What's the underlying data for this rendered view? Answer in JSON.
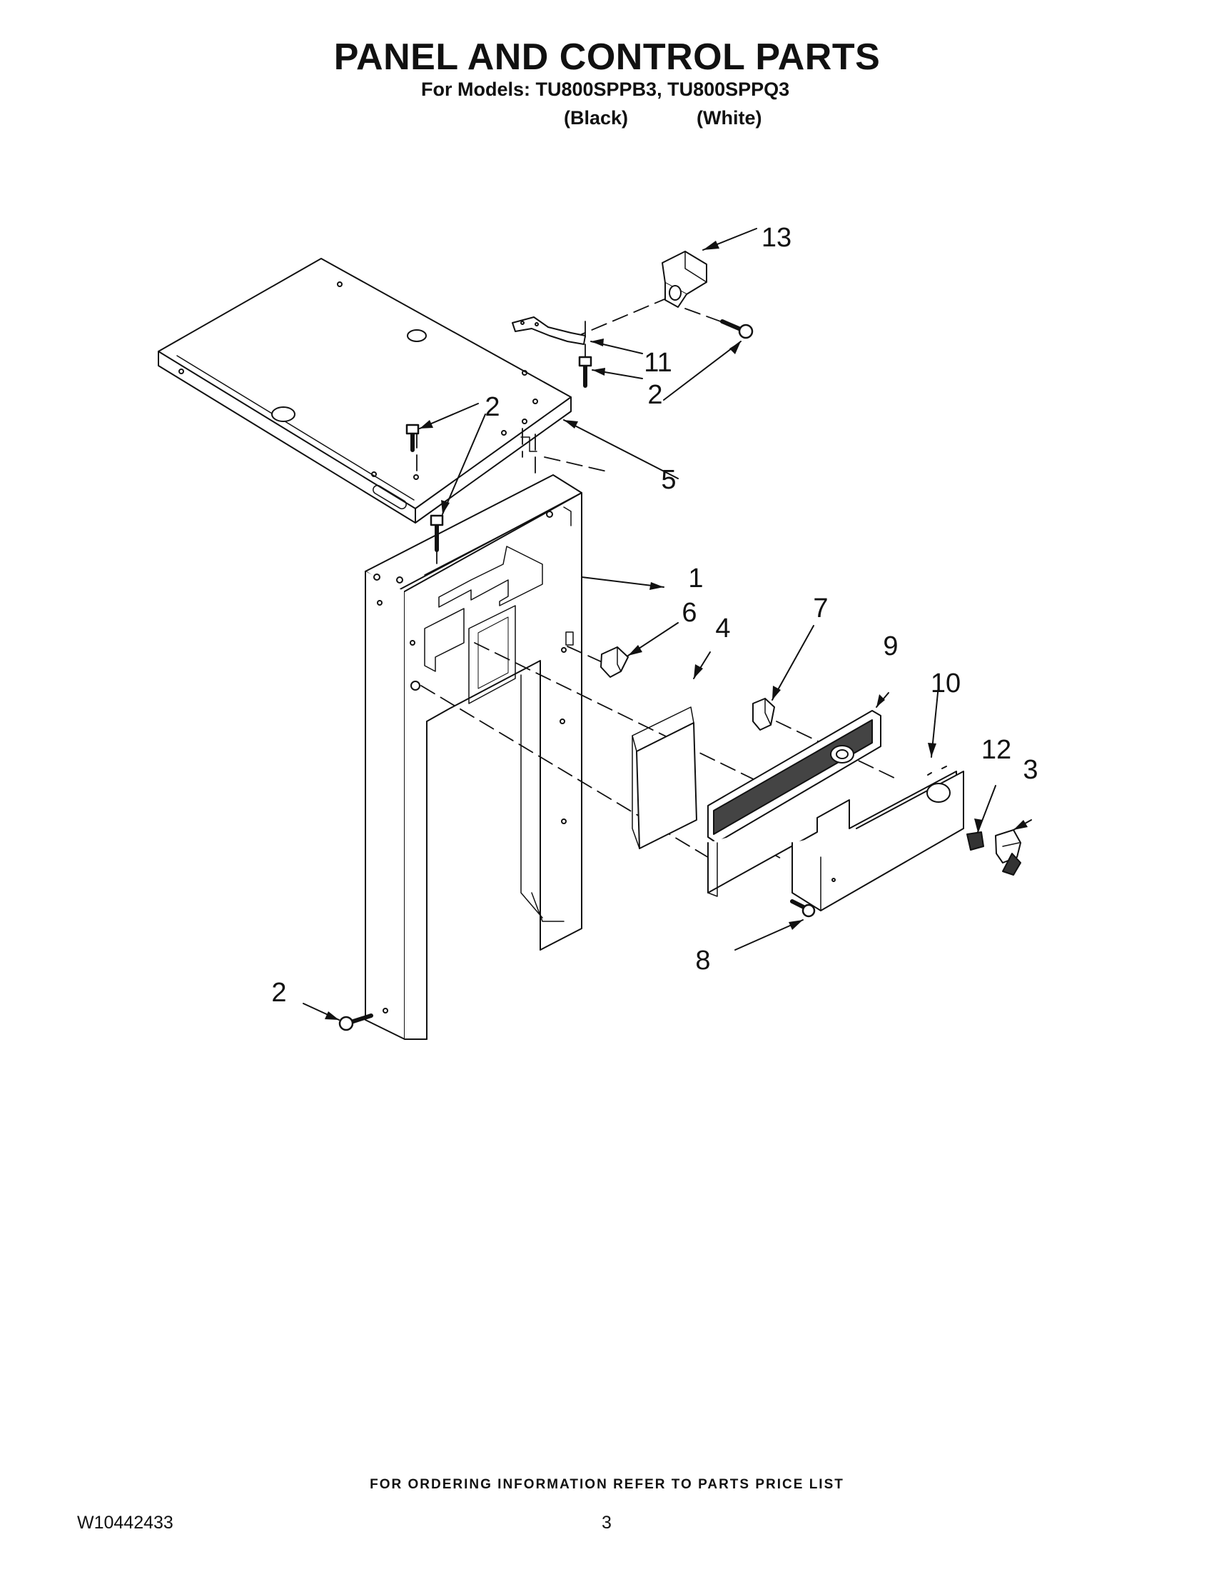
{
  "header": {
    "title": "PANEL AND CONTROL PARTS",
    "models_line": "For Models: TU800SPPB3, TU800SPPQ3",
    "color_black": "(Black)",
    "color_white": "(White)"
  },
  "callouts": {
    "c13": "13",
    "c11": "11",
    "c2_right": "2",
    "c2_topleft": "2",
    "c5": "5",
    "c1": "1",
    "c6": "6",
    "c4": "4",
    "c7": "7",
    "c9": "9",
    "c10": "10",
    "c12": "12",
    "c3": "3",
    "c8": "8",
    "c2_bottom": "2"
  },
  "footer": {
    "ordering_note": "FOR ORDERING INFORMATION REFER TO PARTS PRICE LIST",
    "doc_number": "W10442433",
    "page_number": "3"
  }
}
